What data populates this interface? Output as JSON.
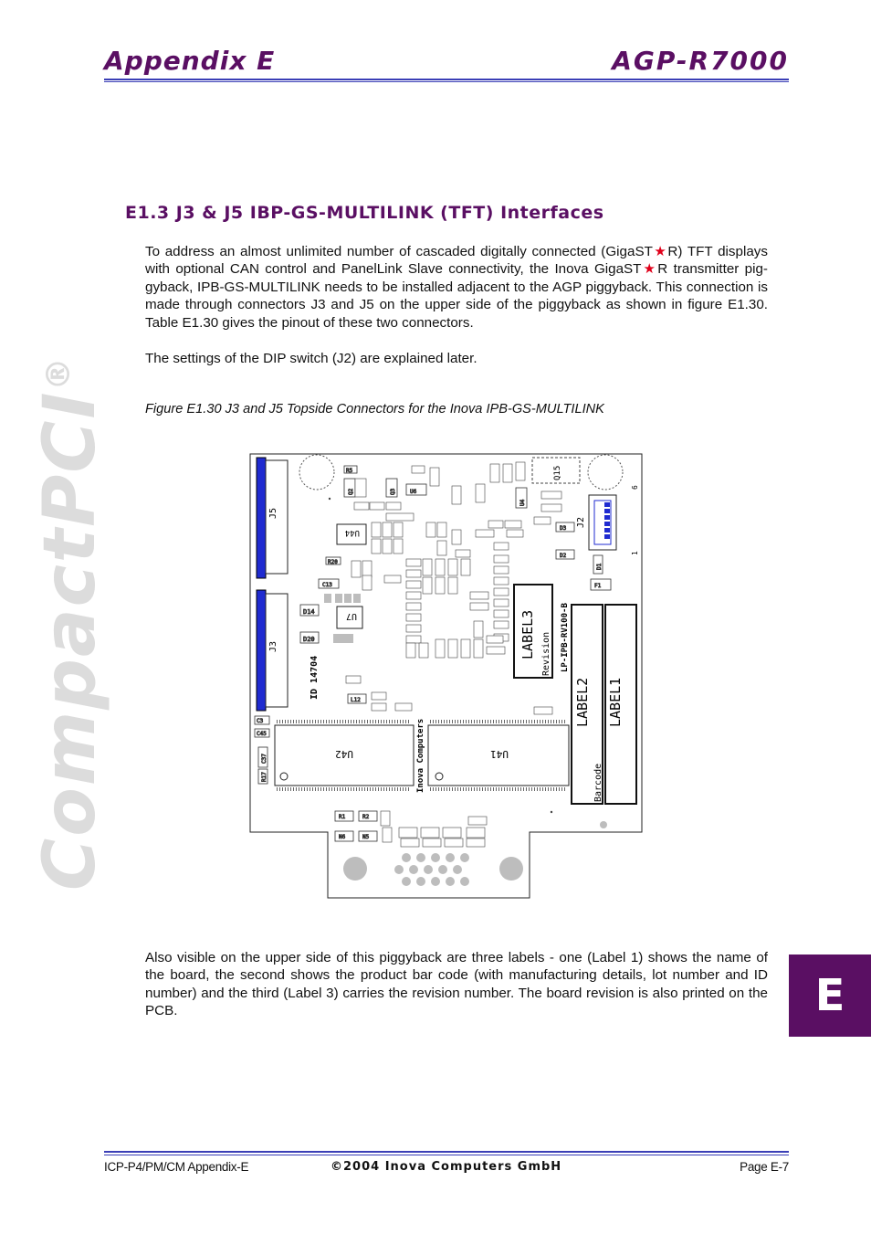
{
  "header": {
    "left_title": "Appendix E",
    "right_title": "AGP-R7000"
  },
  "watermark": {
    "text": "CompactPCI",
    "mark": "®"
  },
  "section": {
    "title": "E1.3 J3 & J5 IBP-GS-MULTILINK (TFT) Interfaces"
  },
  "intro": {
    "line_a": "To address an almost unlimited number of cascaded digitally connected (GigaST",
    "line_b": "R) TFT displays with optional CAN control and PanelLink Slave connectivity, the Inova GigaST",
    "line_c": "R transmitter pig-gyback, IPB-GS-MULTILINK needs to be installed adjacent to the AGP piggyback. This connection is made through connectors J3 and J5 on the upper side of the piggyback as shown in figure E1.30. Table E1.30 gives the pinout of these two connectors.",
    "star": "★"
  },
  "dip_note": "The settings of the DIP switch (J2) are explained later.",
  "figure": {
    "caption": "Figure E1.30 J3 and J5 Topside Connectors for the Inova IPB-GS-MULTILINK",
    "labels": {
      "j5": "J5",
      "j3": "J3",
      "j2": "J2",
      "u7": "U7",
      "u44": "U44",
      "u42": "U42",
      "u41": "U41",
      "u6": "U6",
      "u4": "U4",
      "q15": "Q15",
      "d14": "D14",
      "d20": "D20",
      "id": "ID 14704",
      "label3": "LABEL3",
      "revision": "Revision",
      "pcb_rev": "LP-IPB-RV100-B",
      "label2": "LABEL2",
      "barcode": "Barcode",
      "label1": "LABEL1",
      "inova": "Inova Computers",
      "pin6": "6",
      "pin1": "1",
      "f1": "F1",
      "l12": "L12",
      "c45": "C45",
      "c37": "C37",
      "r17": "R17",
      "c3": "C3",
      "c13": "C13",
      "r20": "R20",
      "r5": "R5",
      "q2": "Q2",
      "q3": "Q3",
      "r1": "R1",
      "r2": "R2",
      "n5": "N5",
      "n6": "N6",
      "d1": "D1",
      "d2": "D2",
      "d3": "D3"
    }
  },
  "outro": "Also visible on the upper side of this piggyback are three labels - one (Label 1) shows the name of the board, the second shows the product bar code (with manufacturing details, lot number and ID number) and the third (Label 3) carries the revision number. The board revision is also printed on the PCB.",
  "side_tab": "E",
  "footer": {
    "left": "ICP-P4/PM/CM Appendix-E",
    "center": "©2004 Inova Computers GmbH",
    "right": "Page E-7"
  },
  "colors": {
    "brand": "#5a0f63",
    "rule": "#3b3fb6",
    "star": "#e0001a",
    "connector": "#1f2bd0"
  }
}
